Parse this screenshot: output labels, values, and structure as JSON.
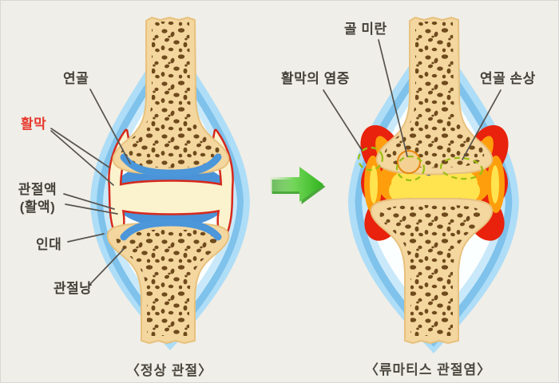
{
  "diagram": {
    "background_color": "#F0EEE8",
    "border_color": "#D8D7D0",
    "left_panel": {
      "caption": "〈정상 관절〉",
      "labels": {
        "cartilage": "연골",
        "synovium": "활막",
        "joint_fluid": "관절액",
        "joint_fluid_paren": "(활액)",
        "ligament": "인대",
        "joint_capsule": "관절낭"
      }
    },
    "right_panel": {
      "caption": "〈류마티스 관절염〉",
      "labels": {
        "bone_erosion": "골 미란",
        "synovial_inflammation": "활막의 염증",
        "cartilage_damage": "연골 손상"
      }
    },
    "icons": {
      "transition_arrow": "right-arrow"
    },
    "colors": {
      "bone": "#F4D79F",
      "bone_speckle": "#6F4A1C",
      "capsule_light_blue": "#AEDDF7",
      "capsule_blue": "#7FC2EB",
      "cartilage_blue": "#4C96DA",
      "synovium_line_red": "#D6281C",
      "synovial_fluid_cream": "#FBF2CE",
      "inflamed_red": "#E8220C",
      "inflamed_orange": "#FF9E0C",
      "inflamed_yellow": "#FFE34F",
      "damaged_cartilage_navy": "#2B3F8C",
      "erosion_dash_green": "#9CBE14",
      "arrow_green": "#3CBB28",
      "label_text": "#45423B",
      "synovium_label_red": "#E63A2E",
      "leader_line": "#57544E"
    }
  }
}
